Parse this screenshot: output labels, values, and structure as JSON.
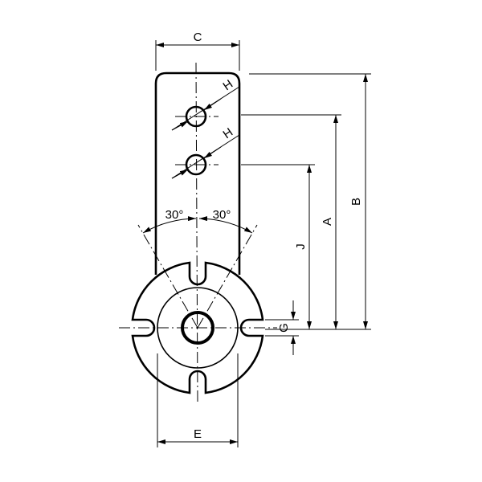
{
  "labels": {
    "c": "C",
    "h1": "H",
    "h2": "H",
    "angle_left": "30°",
    "angle_right": "30°",
    "a": "A",
    "b": "B",
    "j": "J",
    "g": "G",
    "e": "E"
  }
}
